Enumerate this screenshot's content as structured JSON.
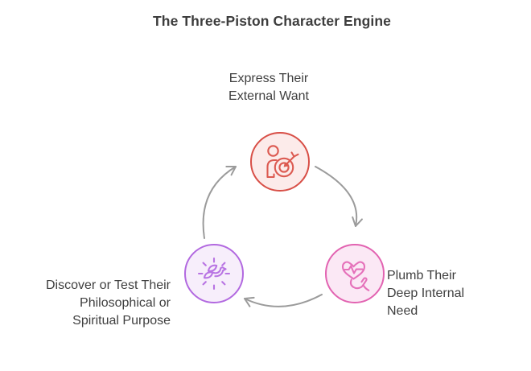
{
  "title": "The Three-Piston Character Engine",
  "diagram": {
    "arrow_color": "#9b9b9b",
    "nodes": [
      {
        "id": "external-want",
        "label": "Express Their\nExternal Want",
        "icon": "person-target-icon",
        "border": "#d84f47",
        "fill": "#fcebea",
        "icon_color": "#dc5a51"
      },
      {
        "id": "internal-need",
        "label": "Plumb Their\nDeep Internal\nNeed",
        "icon": "hand-heart-icon",
        "border": "#e263b1",
        "fill": "#fbe8f5",
        "icon_color": "#e571ba"
      },
      {
        "id": "purpose",
        "label": "Discover or Test Their\nPhilosophical or\nSpiritual Purpose",
        "icon": "dove-rays-icon",
        "border": "#b269e0",
        "fill": "#f7eefb",
        "icon_color": "#b874e3"
      }
    ]
  },
  "colors": {
    "title": "#3d3d3d",
    "label": "#3f3f3f",
    "background": "#ffffff"
  }
}
